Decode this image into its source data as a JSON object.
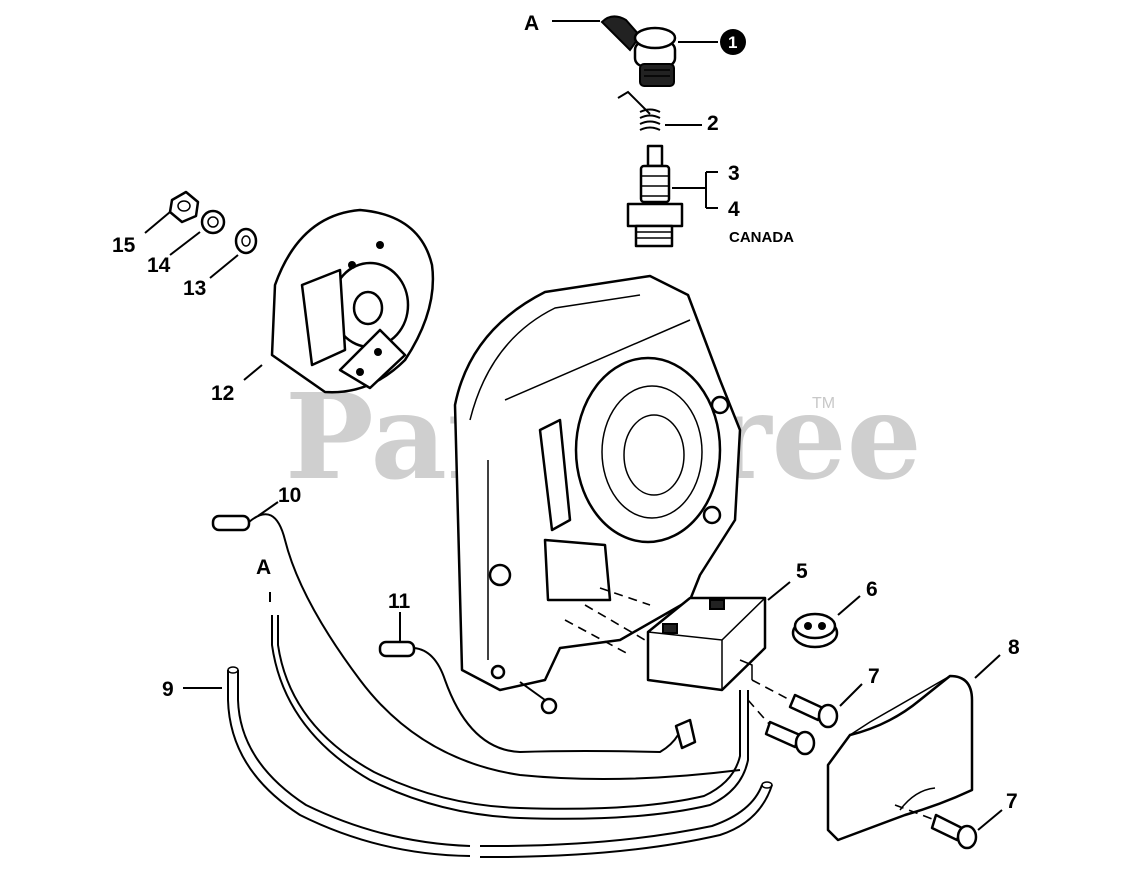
{
  "watermark": {
    "text": "PartsTree",
    "tm": "TM"
  },
  "callouts": {
    "p1": "1",
    "p2": "2",
    "p3": "3",
    "p4": "4",
    "canada": "CANADA",
    "p5": "5",
    "p6": "6",
    "p7a": "7",
    "p7b": "7",
    "p8": "8",
    "p9": "9",
    "p10": "10",
    "p11": "11",
    "p12": "12",
    "p13": "13",
    "p14": "14",
    "p15": "15",
    "refA1": "A",
    "refA2": "A"
  },
  "colors": {
    "line": "#000000",
    "watermark": "#cfcfcf",
    "background": "#ffffff"
  }
}
